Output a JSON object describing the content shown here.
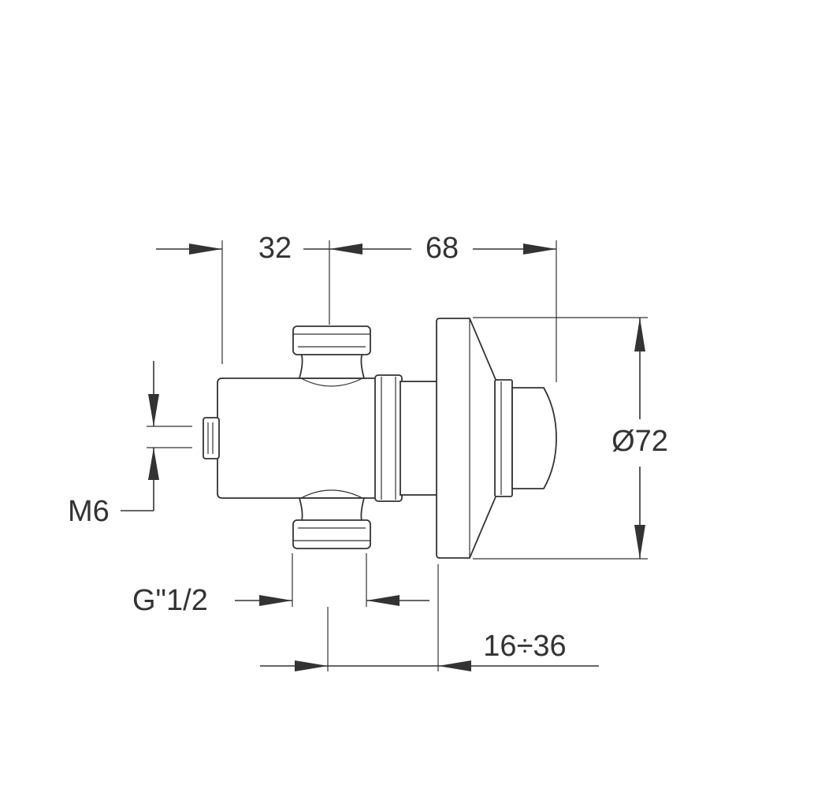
{
  "dimensions": {
    "d32": "32",
    "d68": "68",
    "diameter": "Ø72",
    "thread_m": "M6",
    "thread_g": "G\"1/2",
    "wall_range": "16÷36"
  },
  "colors": {
    "line": "#333333",
    "background": "#ffffff"
  }
}
